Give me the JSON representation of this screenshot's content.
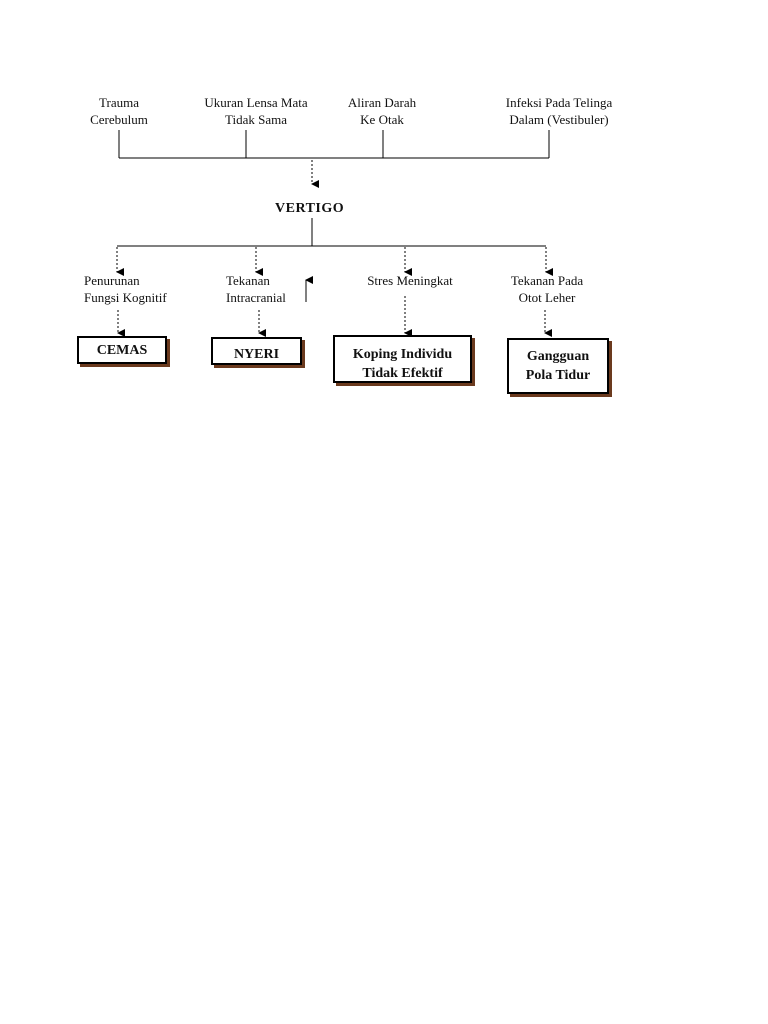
{
  "causes": [
    "Trauma\nCerebulum",
    "Ukuran Lensa Mata\nTidak Sama",
    "Aliran Darah\nKe Otak",
    "Infeksi Pada Telinga\nDalam (Vestibuler)"
  ],
  "center": "VERTIGO",
  "effects": [
    "Penurunan\nFungsi Kognitif",
    "Tekanan\nIntracranial",
    "Stres Meningkat",
    "Tekanan Pada\nOtot Leher"
  ],
  "diagnoses": [
    "CEMAS",
    "NYERI",
    "Koping Individu\nTidak Efektif",
    "Gangguan\nPola Tidur"
  ],
  "colors": {
    "line": "#000000",
    "box_shadow": "#6b3a1e"
  }
}
